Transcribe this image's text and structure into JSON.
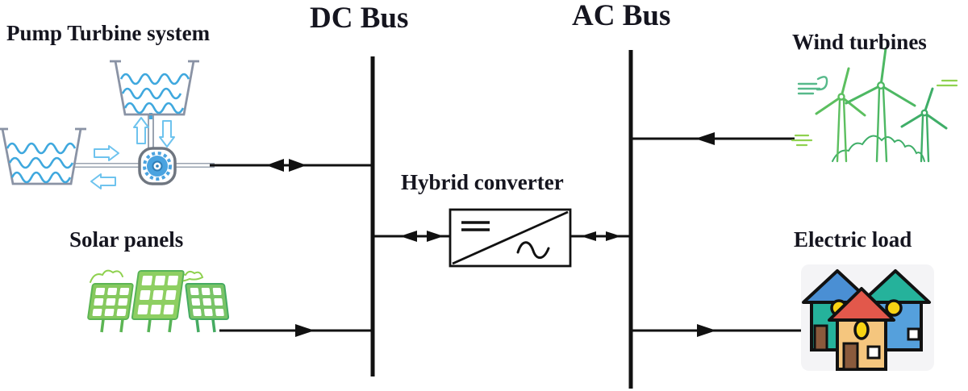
{
  "figure": {
    "type": "diagram",
    "description": "Hybrid AC/DC microgrid architecture with pumped-hydro storage, solar panels, wind turbines, a hybrid converter between DC and AC buses, and an electric load",
    "labels": {
      "pump_turbine": "Pump Turbine system",
      "solar_panels": "Solar panels",
      "dc_bus": "DC Bus",
      "hybrid_converter": "Hybrid converter",
      "ac_bus": "AC Bus",
      "wind_turbines": "Wind turbines",
      "electric_load": "Electric load"
    },
    "nodes": [
      {
        "id": "pump-turbine-system",
        "label": "Pump Turbine system",
        "side": "DC"
      },
      {
        "id": "solar-panels",
        "label": "Solar panels",
        "side": "DC"
      },
      {
        "id": "dc-bus",
        "label": "DC Bus"
      },
      {
        "id": "hybrid-converter",
        "label": "Hybrid converter",
        "dc_side_symbol": "=",
        "ac_side_symbol": "~"
      },
      {
        "id": "ac-bus",
        "label": "AC Bus"
      },
      {
        "id": "wind-turbines",
        "label": "Wind turbines",
        "side": "AC"
      },
      {
        "id": "electric-load",
        "label": "Electric load",
        "side": "AC"
      }
    ],
    "connections": [
      {
        "from": "pump-turbine-system",
        "to": "dc-bus",
        "direction": "bidirectional"
      },
      {
        "from": "solar-panels",
        "to": "dc-bus",
        "direction": "one-way"
      },
      {
        "from": "dc-bus",
        "to": "hybrid-converter",
        "direction": "bidirectional"
      },
      {
        "from": "hybrid-converter",
        "to": "ac-bus",
        "direction": "bidirectional"
      },
      {
        "from": "wind-turbines",
        "to": "ac-bus",
        "direction": "one-way"
      },
      {
        "from": "ac-bus",
        "to": "electric-load",
        "direction": "one-way"
      }
    ],
    "colors": {
      "line_black": "#111111",
      "text": "#15151f",
      "water_blue": "#3fa8de",
      "pipe_gray": "#9aa3b0",
      "flow_arrow_blue": "#6ec3ee",
      "green_light": "#a5d96a",
      "green_dark": "#2fae72",
      "house_teal": "#25b29b",
      "house_blue": "#55a0dc",
      "house_orange": "#f5c67e",
      "roof_red": "#e2584b",
      "window_yellow": "#f8d313",
      "door_brown": "#8a5a3c",
      "load_bg_gray": "#f4f4f6"
    }
  }
}
